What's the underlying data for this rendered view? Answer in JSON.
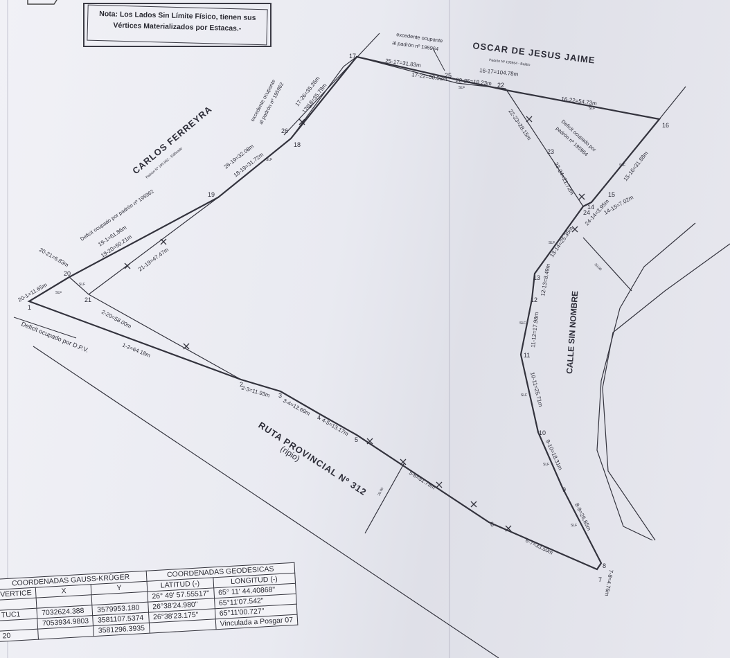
{
  "note": {
    "line1": "Nota: Los Lados Sin Límite Físico, tienen sus",
    "line2": "Vértices Materializados por Estacas.-"
  },
  "owners": {
    "oscar": "OSCAR DE JESUS JAIME",
    "oscar_sub": "Padrón Nº 195964 - Baldío",
    "carlos": "CARLOS FERREYRA",
    "carlos_sub": "Padrón Nº 195.962 - Edificado"
  },
  "roads": {
    "ruta": "RUTA PROVINCIAL Nº 312",
    "ruta_sub": "(ripio)",
    "calle": "CALLE SIN NOMBRE"
  },
  "annotations": {
    "excedente_top_1": "excedente ocupante",
    "excedente_top_2": "al padrón nº 195964",
    "excedente_left_1": "excedente ocupante",
    "excedente_left_2": "al padrón nº 195962",
    "deficit_carlos": "Deficit ocupado por padrón nº 195962",
    "deficit_oscar_1": "Deficit ocupado por",
    "deficit_oscar_2": "padrón nº 195964",
    "deficit_dpv": "Deficit ocupado por D.P.V.",
    "slf": "SLF",
    "width_20": "20.00"
  },
  "vertices": [
    "1",
    "2",
    "3",
    "4",
    "5",
    "6",
    "7",
    "8",
    "9",
    "10",
    "11",
    "12",
    "13",
    "14",
    "15",
    "16",
    "17",
    "18",
    "19",
    "20",
    "21",
    "22",
    "23",
    "24",
    "25",
    "26"
  ],
  "sides": {
    "s25_17": "25-17=31.83m",
    "s17_22": "17-22=50.03m",
    "s22_25": "22-25=18.23m",
    "s16_17": "16-17=104.78m",
    "s16_22": "16-22=54.73m",
    "s22_23": "22-23=28.15m",
    "s23_24": "23-24=21.72m",
    "s15_16": "15-16=31.88m",
    "s14_15": "14-15=7.02m",
    "s24_14": "24-14=3.95m",
    "s13_14": "13-14=25.35m",
    "s12_13": "12-13=8.49m",
    "s11_12": "11-12=17.98m",
    "s10_11": "10-11=25.71m",
    "s9_10": "9-10=18.31m",
    "s8_9": "8-9=26.85m",
    "s7_8": "7-8=4.76m",
    "s6_7": "6-7=33.50m",
    "s5_6": "5-6=51.75m",
    "s4_5": "4-5=13.17m",
    "s3_4": "3-4=12.69m",
    "s2_3": "2-3=11.93m",
    "s1_2": "1-2=64.18m",
    "s2_20": "2-20=58.00m",
    "s20_1": "20-1=11.65m",
    "s20_21": "20-21=6.83m",
    "s21_19": "21-19=47.47m",
    "s19_1": "19-1=61.86m",
    "s19_20": "19-20=50.21m",
    "s26_19": "26-19=32.08m",
    "s18_19": "18-19=31.72m",
    "s17_26": "17-26=35.26m",
    "s17_18": "17-18=35.79m"
  },
  "table": {
    "gk_header": "COORDENADAS GAUSS-KRÜGER",
    "geo_header": "COORDENADAS GEODESICAS",
    "col_vertice": "VERTICE",
    "col_x": "X",
    "col_y": "Y",
    "col_lat": "LATITUD (-)",
    "col_lon": "LONGITUD (-)",
    "rows": [
      {
        "v": "",
        "x": "",
        "y": "",
        "lat": "26° 49' 57.55517\"",
        "lon": "65° 11' 44.40868\""
      },
      {
        "v": "TUC1",
        "x": "7032624.388",
        "y": "3579953.180",
        "lat": "26°38'24.980\"",
        "lon": "65°11'07.542\""
      },
      {
        "v": "",
        "x": "7053934.9803",
        "y": "3581107.5374",
        "lat": "26°38'23.175\"",
        "lon": "65°11'00.727\""
      },
      {
        "v": "20",
        "x": "",
        "y": "3581296.3935",
        "lat": "",
        "lon": "Vinculada a Posgar 07"
      }
    ]
  }
}
